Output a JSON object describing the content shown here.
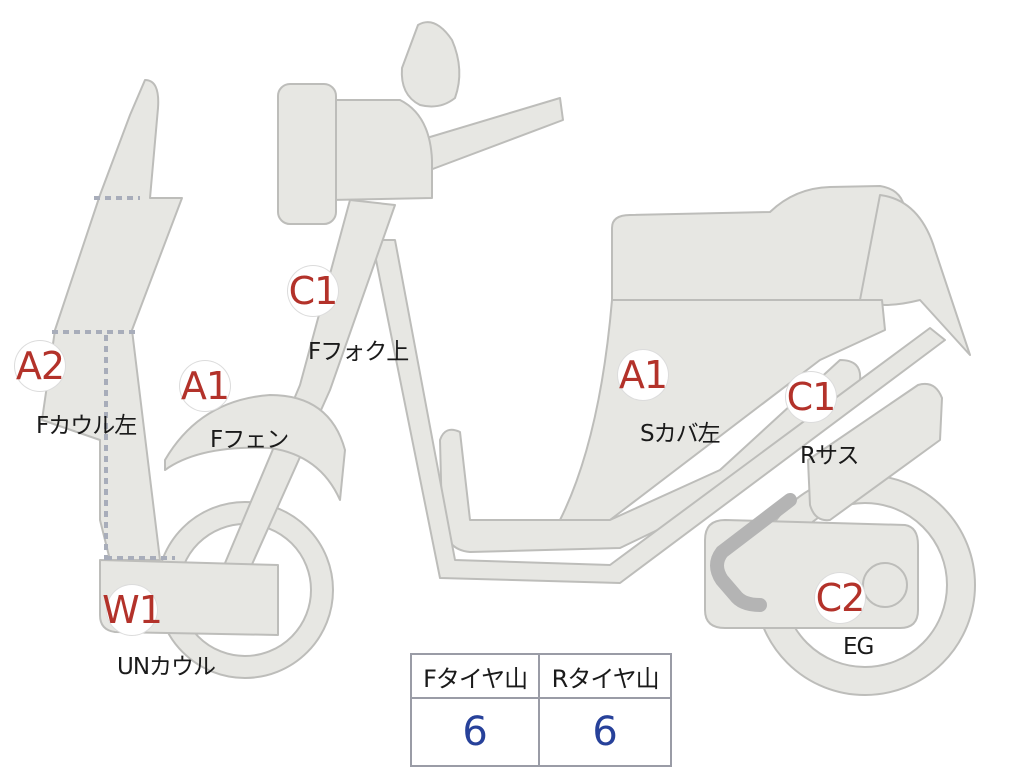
{
  "colors": {
    "body_fill": "#e7e7e3",
    "body_stroke": "#bdbdba",
    "marker_text": "#b3322a",
    "value_text": "#27419a",
    "divider": "#a8adba"
  },
  "markers": [
    {
      "code": "A2",
      "part": "Fカウル左"
    },
    {
      "code": "A1",
      "part": "Fフェン"
    },
    {
      "code": "C1",
      "part": "Fフォク上"
    },
    {
      "code": "A1",
      "part": "Sカバ左"
    },
    {
      "code": "C1",
      "part": "Rサス"
    },
    {
      "code": "W1",
      "part": "UNカウル"
    },
    {
      "code": "C2",
      "part": "EG"
    }
  ],
  "tire_table": {
    "front_label": "Fタイヤ山",
    "rear_label": "Rタイヤ山",
    "front_value": "6",
    "rear_value": "6"
  }
}
